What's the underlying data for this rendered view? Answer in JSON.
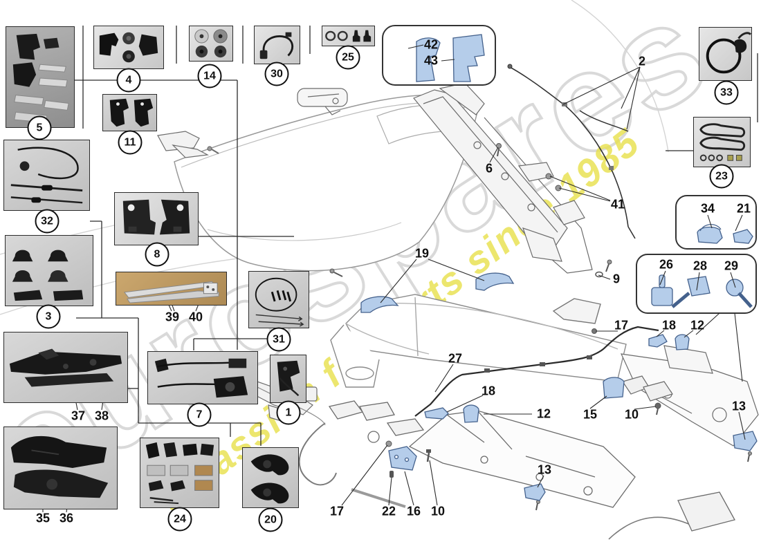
{
  "watermark": {
    "brand": "eurospares",
    "tagline": "a passion for parts since 1985",
    "brand_color": "#d9d9d9",
    "tagline_color": "#e7e04a"
  },
  "colors": {
    "highlight_fill": "#b5cdea",
    "highlight_stroke": "#44618c",
    "line_art": "#6b6b6b",
    "label_ink": "#101010"
  },
  "boxed_labels": {
    "b5": "5",
    "b4": "4",
    "b14": "14",
    "b30": "30",
    "b25": "25",
    "b33": "33",
    "b23": "23",
    "b11": "11",
    "b32": "32",
    "b8": "8",
    "b3": "3",
    "b31": "31",
    "b1": "1",
    "b7": "7",
    "b24": "24",
    "b20": "20"
  },
  "plain_labels": {
    "l39": "39",
    "l40": "40",
    "l37": "37",
    "l38": "38",
    "l35": "35",
    "l36": "36",
    "l42": "42",
    "l43": "43",
    "l2": "2",
    "l6": "6",
    "l41": "41",
    "l9": "9",
    "l19": "19",
    "l27": "27",
    "l17a": "17",
    "l17b": "17",
    "l18a": "18",
    "l18b": "18",
    "l12a": "12",
    "l12b": "12",
    "l15": "15",
    "l10a": "10",
    "l10b": "10",
    "l13a": "13",
    "l13b": "13",
    "l22": "22",
    "l16": "16",
    "l34": "34",
    "l21": "21",
    "l26": "26",
    "l28": "28",
    "l29": "29"
  }
}
